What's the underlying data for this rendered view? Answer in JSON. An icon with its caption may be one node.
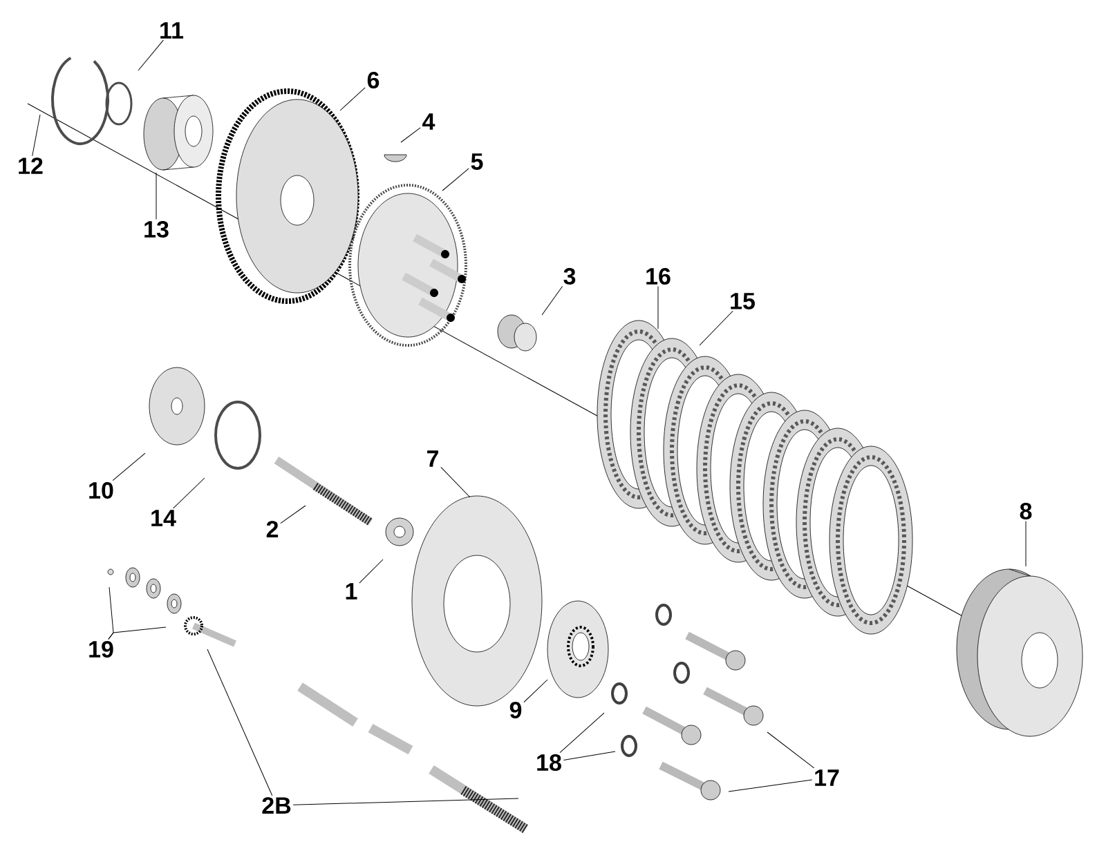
{
  "diagram": {
    "nodes": [
      {
        "text": [
          "11"
        ]
      },
      {
        "text": [
          "6"
        ]
      },
      {
        "text": [
          "4"
        ]
      },
      {
        "text": [
          "12"
        ]
      },
      {
        "text": [
          "5"
        ]
      },
      {
        "text": [
          "13"
        ]
      },
      {
        "text": [
          "3"
        ]
      },
      {
        "text": [
          "16"
        ]
      },
      {
        "text": [
          "15"
        ]
      },
      {
        "text": [
          "7"
        ]
      },
      {
        "text": [
          "10"
        ]
      },
      {
        "text": [
          "14"
        ]
      },
      {
        "text": [
          "2"
        ]
      },
      {
        "text": [
          "8"
        ]
      },
      {
        "text": [
          "1"
        ]
      },
      {
        "text": [
          "19"
        ]
      },
      {
        "text": [
          "9"
        ]
      },
      {
        "text": [
          "18"
        ]
      },
      {
        "text": [
          "17"
        ]
      },
      {
        "text": [
          "2B"
        ]
      }
    ],
    "edges": [
      {
        "from": 0,
        "to": null,
        "arrow": "none"
      },
      {
        "from": 1,
        "to": null,
        "arrow": "none"
      },
      {
        "from": 2,
        "to": null,
        "arrow": "none"
      },
      {
        "from": 3,
        "to": null,
        "arrow": "none"
      },
      {
        "from": 4,
        "to": null,
        "arrow": "none"
      },
      {
        "from": 5,
        "to": null,
        "arrow": "none"
      },
      {
        "from": 6,
        "to": null,
        "arrow": "none"
      },
      {
        "from": 7,
        "to": null,
        "arrow": "none"
      },
      {
        "from": 8,
        "to": null,
        "arrow": "none"
      },
      {
        "from": 9,
        "to": null,
        "arrow": "none"
      },
      {
        "from": 10,
        "to": null,
        "arrow": "none"
      },
      {
        "from": 11,
        "to": null,
        "arrow": "none"
      },
      {
        "from": 12,
        "to": null,
        "arrow": "none"
      },
      {
        "from": 13,
        "to": null,
        "arrow": "none"
      },
      {
        "from": 14,
        "to": null,
        "arrow": "none"
      },
      {
        "from": 15,
        "to": null,
        "arrow": "none"
      },
      {
        "from": 15,
        "to": null,
        "arrow": "none"
      },
      {
        "from": 16,
        "to": null,
        "arrow": "none"
      },
      {
        "from": 17,
        "to": null,
        "arrow": "none"
      },
      {
        "from": 17,
        "to": null,
        "arrow": "none"
      },
      {
        "from": 18,
        "to": null,
        "arrow": "none"
      },
      {
        "from": 18,
        "to": null,
        "arrow": "none"
      },
      {
        "from": 19,
        "to": null,
        "arrow": "none"
      },
      {
        "from": 19,
        "to": null,
        "arrow": "none"
      }
    ]
  }
}
